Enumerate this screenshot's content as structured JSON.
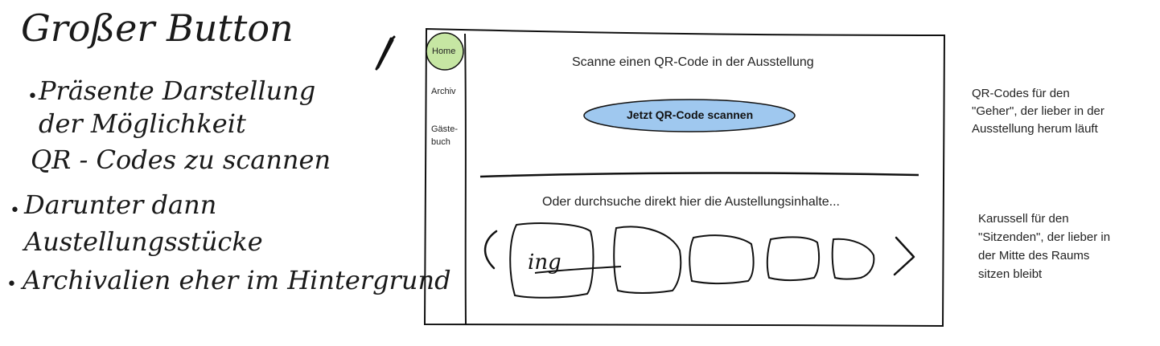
{
  "notes_left": {
    "title": "Großer Button",
    "bullets": [
      {
        "lines": [
          "Präsente Darstellung",
          "der Möglichkeit",
          "QR - Codes zu scannen"
        ]
      },
      {
        "lines": [
          "Darunter dann",
          "Austellungsstücke"
        ]
      },
      {
        "lines": [
          "Archivalien eher im Hintergrund"
        ]
      }
    ]
  },
  "wireframe": {
    "nav": {
      "home": "Home",
      "archive": "Archiv",
      "guestbook_line1": "Gäste-",
      "guestbook_line2": "buch"
    },
    "scan_prompt": "Scanne einen QR-Code in der Ausstellung",
    "scan_button": "Jetzt QR-Code scannen",
    "browse_prompt": "Oder durchsuche direkt hier die Austellungsinhalte...",
    "carousel": {
      "first_card_text": "ing",
      "prev_glyph": "(",
      "next_glyph": ">"
    }
  },
  "notes_right": {
    "qr_note": [
      "QR-Codes für den",
      "\"Geher\", der lieber in der",
      "Ausstellung herum läuft"
    ],
    "carousel_note": [
      "Karussell für den",
      "\"Sitzenden\", der lieber in",
      "der Mitte des Raums",
      "sitzen bleibt"
    ]
  },
  "colors": {
    "home_button": "#c6e6a3",
    "scan_button": "#9fc8ef",
    "ink": "#1a1a1a"
  }
}
